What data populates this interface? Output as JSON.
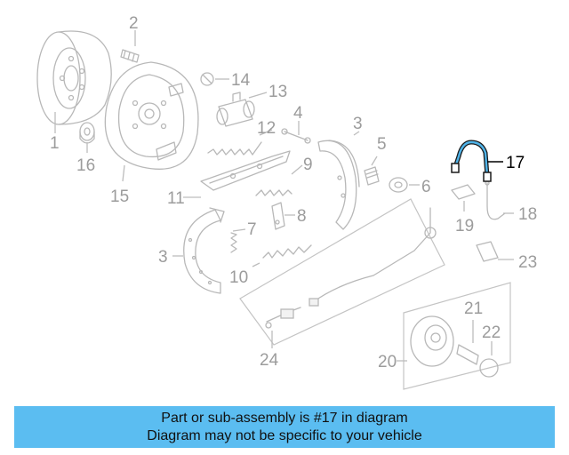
{
  "callouts": {
    "c1": "1",
    "c2": "2",
    "c3a": "3",
    "c3b": "3",
    "c4": "4",
    "c5": "5",
    "c6": "6",
    "c7": "7",
    "c8": "8",
    "c9": "9",
    "c10": "10",
    "c11": "11",
    "c12": "12",
    "c13": "13",
    "c14": "14",
    "c15": "15",
    "c16": "16",
    "c17": "17",
    "c18": "18",
    "c19": "19",
    "c20": "20",
    "c21": "21",
    "c22": "22",
    "c23": "23",
    "c24": "24"
  },
  "highlight": {
    "part_number": "17",
    "hose_color": "#4fb3e8"
  },
  "banner": {
    "line1": "Part or sub-assembly is #17 in diagram",
    "line2": "Diagram may not be specific to your vehicle",
    "color": "#5bbdf1"
  }
}
